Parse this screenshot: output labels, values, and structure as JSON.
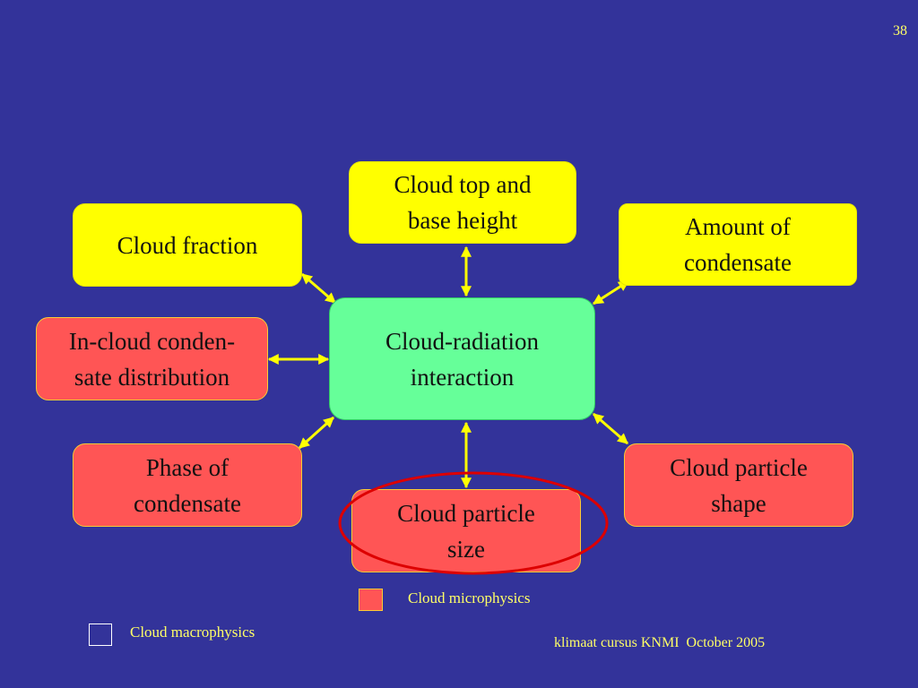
{
  "slide": {
    "page_number": "38",
    "center": "Cloud-radiation\ninteraction",
    "nodes": {
      "cloud_top_base": "Cloud top and\nbase height",
      "cloud_fraction": "Cloud fraction",
      "amount_condensate": "Amount of\ncondensate",
      "incloud_distribution": "In-cloud conden-\nsate distribution",
      "phase_condensate": "Phase of\ncondensate",
      "particle_size": "Cloud particle\nsize",
      "particle_shape": "Cloud particle\nshape"
    },
    "legend": {
      "microphysics": "Cloud microphysics",
      "macrophysics": "Cloud macrophysics"
    },
    "footer": "klimaat cursus KNMI  October 2005"
  },
  "colors": {
    "background": "#33339a",
    "macrophysics": "#ffff00",
    "microphysics": "#ff5555",
    "center": "#66ff99",
    "arrows": "#ffff00",
    "highlight_ellipse": "#dd0000",
    "legend_text": "#ffff66"
  }
}
